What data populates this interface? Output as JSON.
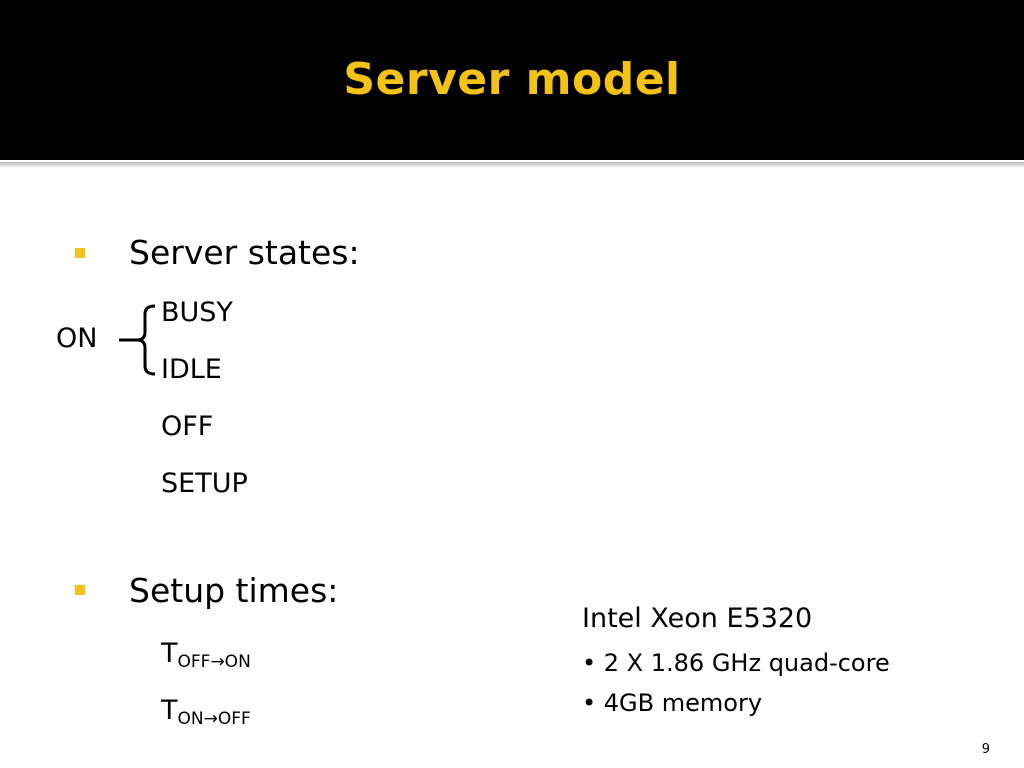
{
  "slide": {
    "title": "Server model",
    "page_number": "9",
    "accent_color": "#f2c215",
    "header_color": "#000000"
  },
  "server_states": {
    "heading": "Server states:",
    "group_label": "ON",
    "items": [
      "BUSY",
      "IDLE",
      "OFF",
      "SETUP"
    ]
  },
  "setup_times": {
    "heading": "Setup times:",
    "items": [
      {
        "base": "T",
        "subscript": "OFF→ON"
      },
      {
        "base": "T",
        "subscript": "ON→OFF"
      }
    ]
  },
  "hardware": {
    "name": "Intel Xeon E5320",
    "specs": [
      "• 2 X 1.86 GHz quad-core",
      "• 4GB memory"
    ]
  }
}
